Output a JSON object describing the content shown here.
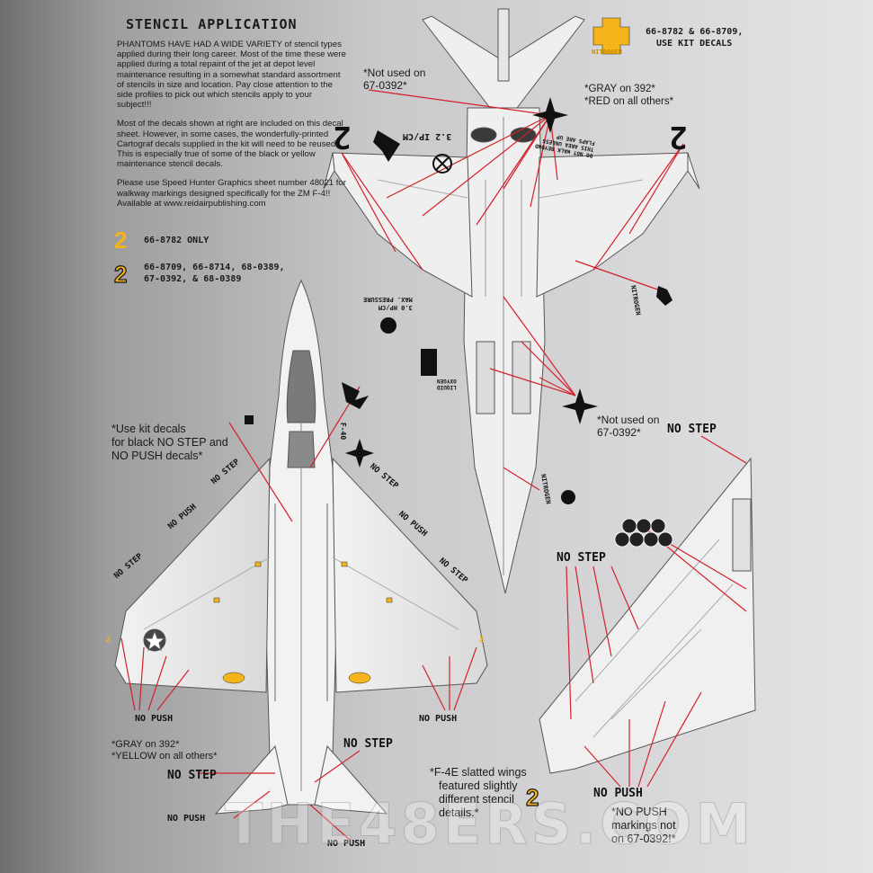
{
  "title": "STENCIL APPLICATION",
  "intro": [
    "PHANTOMS HAVE HAD A WIDE VARIETY of stencil types applied during their long career.  Most of the time these were applied during a total repaint of the jet at depot level maintenance resulting in a somewhat standard assortment of stencils in size and location.  Pay close attention to the side profiles to pick out which stencils apply to your subject!!!",
    "Most of the decals shown at right are included on this decal sheet.  However, in some cases, the wonderfully-printed Cartograf decals supplied in the kit will need to be reused.  This is especially true of some of the black or yellow maintenance stencil decals.",
    "Please use Speed Hunter Graphics sheet number 48021 for walkway markings designed specifically for the ZM F-4!!  Available at www.reidairpublishing.com"
  ],
  "legend": [
    {
      "glyph": "2",
      "text": "66-8782 ONLY"
    },
    {
      "glyph": "2",
      "text_line1": "66-8709, 66-8714, 68-0389,",
      "text_line2": "67-0392, & 68-0389"
    }
  ],
  "top_right": {
    "line1": "66-8782 & 66-8709,",
    "line2": "USE KIT DECALS",
    "badge_label": "NITROGEN"
  },
  "notes": {
    "not_used_top_line1": "*Not used on",
    "not_used_top_line2": "67-0392*",
    "gray_red_line1": "*GRAY on 392*",
    "gray_red_line2": "*RED on all others*",
    "not_used_mid_line1": "*Not used on",
    "not_used_mid_line2": "67-0392*",
    "use_kit_line1": "*Use kit decals",
    "use_kit_line2": "for black NO STEP and",
    "use_kit_line3": "NO PUSH decals*",
    "gray_yellow_line1": "*GRAY on 392*",
    "gray_yellow_line2": "*YELLOW on all others*",
    "slatted_line1": "*F-4E slatted wings",
    "slatted_line2": "featured slightly",
    "slatted_line3": "different stencil",
    "slatted_line4": "details.*",
    "slatted_glyph": "2",
    "nopush_not_line1": "*NO PUSH",
    "nopush_not_line2": "markings not",
    "nopush_not_line3": "on 67-0392!*"
  },
  "stencils": {
    "no_step": "NO STEP",
    "no_push": "NO PUSH",
    "nitrogen": "NITROGEN",
    "f40": "F-40",
    "hydraulic": "3.2 IP/CM",
    "max_pressure": "MAX. PRESSURE",
    "pressure_value": "3.0 HP/CM",
    "liquid": "LIQUID",
    "oxygen": "OXYGEN",
    "warning_line1": "DO NOT WALK BEYOND",
    "warning_line2": "THIS AREA UNLESS",
    "warning_line3": "FLAPS ARE UP"
  },
  "watermark": "THE48ERS.COM",
  "colors": {
    "red_line": "#d4202a",
    "yellow": "#f4b41a",
    "ink": "#111111"
  }
}
